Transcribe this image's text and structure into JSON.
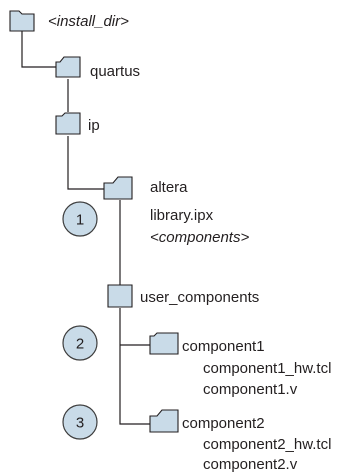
{
  "tree": {
    "root": {
      "label": "<install_dir>"
    },
    "quartus": {
      "label": "quartus"
    },
    "ip": {
      "label": "ip"
    },
    "altera": {
      "label": "altera",
      "file": "library.ipx",
      "placeholder": "<components>"
    },
    "user_components": {
      "label": "user_components"
    },
    "component1": {
      "label": "component1",
      "files": [
        "component1_hw.tcl",
        "component1.v"
      ]
    },
    "component2": {
      "label": "component2",
      "files": [
        "component2_hw.tcl",
        "component2.v"
      ]
    }
  },
  "callouts": [
    "1",
    "2",
    "3"
  ],
  "colors": {
    "folder_fill": "#c9dbe8",
    "line": "#231f20",
    "text": "#231f20"
  },
  "icons": {
    "folder": "folder-icon",
    "callout": "callout-circle"
  }
}
